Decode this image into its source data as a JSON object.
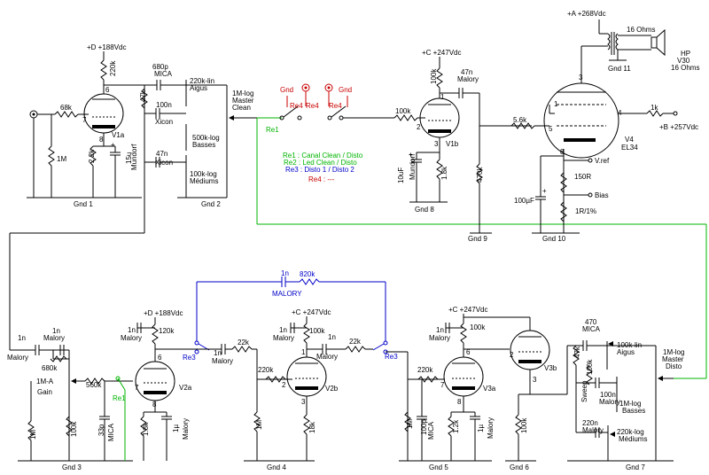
{
  "colors": {
    "wire": "#000000",
    "green": "#00b400",
    "blue": "#0000c8",
    "red": "#c80000"
  },
  "supplies": {
    "d1": "+D +188Vdc",
    "d2": "+D +188Vdc",
    "c1": "+C +247Vdc",
    "c2": "+C +247Vdc",
    "c3": "+C +247Vdc",
    "a": "+A +268Vdc",
    "b": "+B +257Vdc"
  },
  "tubes": {
    "v1a": "V1a",
    "v1b": "V1b",
    "v2a": "V2a",
    "v2b": "V2b",
    "v3a": "V3a",
    "v3b": "V3b",
    "v4": "V4",
    "v4type": "EL34"
  },
  "grounds": {
    "g1": "Gnd 1",
    "g2": "Gnd 2",
    "g3": "Gnd 3",
    "g4": "Gnd 4",
    "g5": "Gnd 5",
    "g6": "Gnd 6",
    "g7": "Gnd 7",
    "g8": "Gnd 8",
    "g9": "Gnd 9",
    "g10": "Gnd 10",
    "g11": "Gnd 11",
    "gnd_a": "Gnd",
    "gnd_b": "Gnd"
  },
  "relays": {
    "re1": "Re1",
    "re1b": "Re1",
    "re2": "Re2",
    "re3": "Re3",
    "re3b": "Re3",
    "re4": "Re4",
    "legend": [
      "Re1 : Canal Clean / Disto",
      "Re2 : Led Clean / Disto",
      "Re3 : Disto 1 / Disto 2",
      "Re4 : ---"
    ]
  },
  "parts": {
    "r_220k_v1a": "220k",
    "r_68k": "68k",
    "r_1m": "1M",
    "r_22k_v1a": "2.2k",
    "c_15u": "15u",
    "mundorf": "Mundorf",
    "c_680p": "680p",
    "mica": "MICA",
    "pot_220k": "220k-lin",
    "aigus": "Aigus",
    "r_47k": "47k",
    "c_100n": "100n",
    "xicon": "Xicon",
    "pot_500k": "500k-log",
    "basses": "Basses",
    "c_47n": "47n",
    "xicon2": "Xicon",
    "pot_100k": "100k-log",
    "mediums": "Médiums",
    "pot_1m": "1M-log",
    "master": "Master",
    "clean": "Clean",
    "r_100k_v1b": "100k",
    "c_47n_v1b": "47n",
    "malory": "Malory",
    "r_100k_in": "100k",
    "c_10u": "10uF",
    "mundorf2": "Mundorf",
    "r_1k8": "1.8k",
    "r_470k": "470k",
    "r_5k6": "5.6k",
    "r_1k": "1k",
    "vref": "V.ref",
    "r_150": "150R",
    "bias": "Bias",
    "c_100u": "100µF",
    "r_1r": "1R/1%",
    "ohm16": "16 Ohms",
    "hp": "HP",
    "v30": "V30",
    "ohm16b": "16 Ohms",
    "c_1n_a": "1n",
    "malory_a": "Malory",
    "c_1n_b": "1n",
    "malory_b": "Malory",
    "r_680k": "680k",
    "pot_1ma": "1M-A",
    "gain": "Gain",
    "r_560k": "560k",
    "c_33p": "33p",
    "mica_b": "MICA",
    "r_100k_b": "100k",
    "r_1m_b": "1M",
    "c_1n_c": "1n",
    "malory_c": "Malory",
    "r_120k": "120k",
    "c_1n_d": "1n",
    "malory_d": "Malory",
    "r_22k_a": "22k",
    "r_1k8_b": "1.8k",
    "c_1u": "1µ",
    "malory_e": "Malory",
    "c_1n_fb": "1n",
    "r_820k": "820k",
    "malory_fb": "MALORY",
    "r_220k_b": "220k",
    "r_1m_c": "1M",
    "c_1n_e": "1n",
    "malory_f": "Malory",
    "r_100k_c": "100k",
    "c_1n_f": "1n",
    "malory_g": "Malory",
    "r_22k_b": "22k",
    "r_18k": "18k",
    "r_220k_c": "220k",
    "r_1m_d": "1M",
    "c_100p": "100p",
    "mica_c": "MICA",
    "c_1n_g": "1n",
    "malory_h": "Malory",
    "r_100k_d": "100k",
    "r_1k2": "1.2k",
    "c_1u_b": "1µ",
    "malory_i": "Malory",
    "r_100k_e": "100k",
    "c_470": "470",
    "mica_d": "MICA",
    "r_47k_b": "47k",
    "pot_100k_lin": "100k-lin",
    "aigus_b": "Aigus",
    "sweep": "Sweep",
    "r_100k_f": "100k",
    "c_100n_b": "100n",
    "malory_j": "Malory",
    "pot_1m_log": "1M-log",
    "basses_b": "Basses",
    "c_220n": "220n",
    "malory_k": "Malory",
    "pot_220k_log": "220k-log",
    "mediums_b": "Médiums",
    "pot_master": "1M-log",
    "master_b": "Master",
    "disto": "Disto",
    "n1": "1",
    "n2": "2",
    "n3": "3",
    "n4": "4",
    "n5": "5",
    "n6": "6",
    "n7": "7",
    "n8": "8",
    "p1": "1",
    "p2": "2",
    "p3": "3",
    "p5": "5",
    "p6": "6",
    "p7": "7",
    "p8": "8"
  }
}
